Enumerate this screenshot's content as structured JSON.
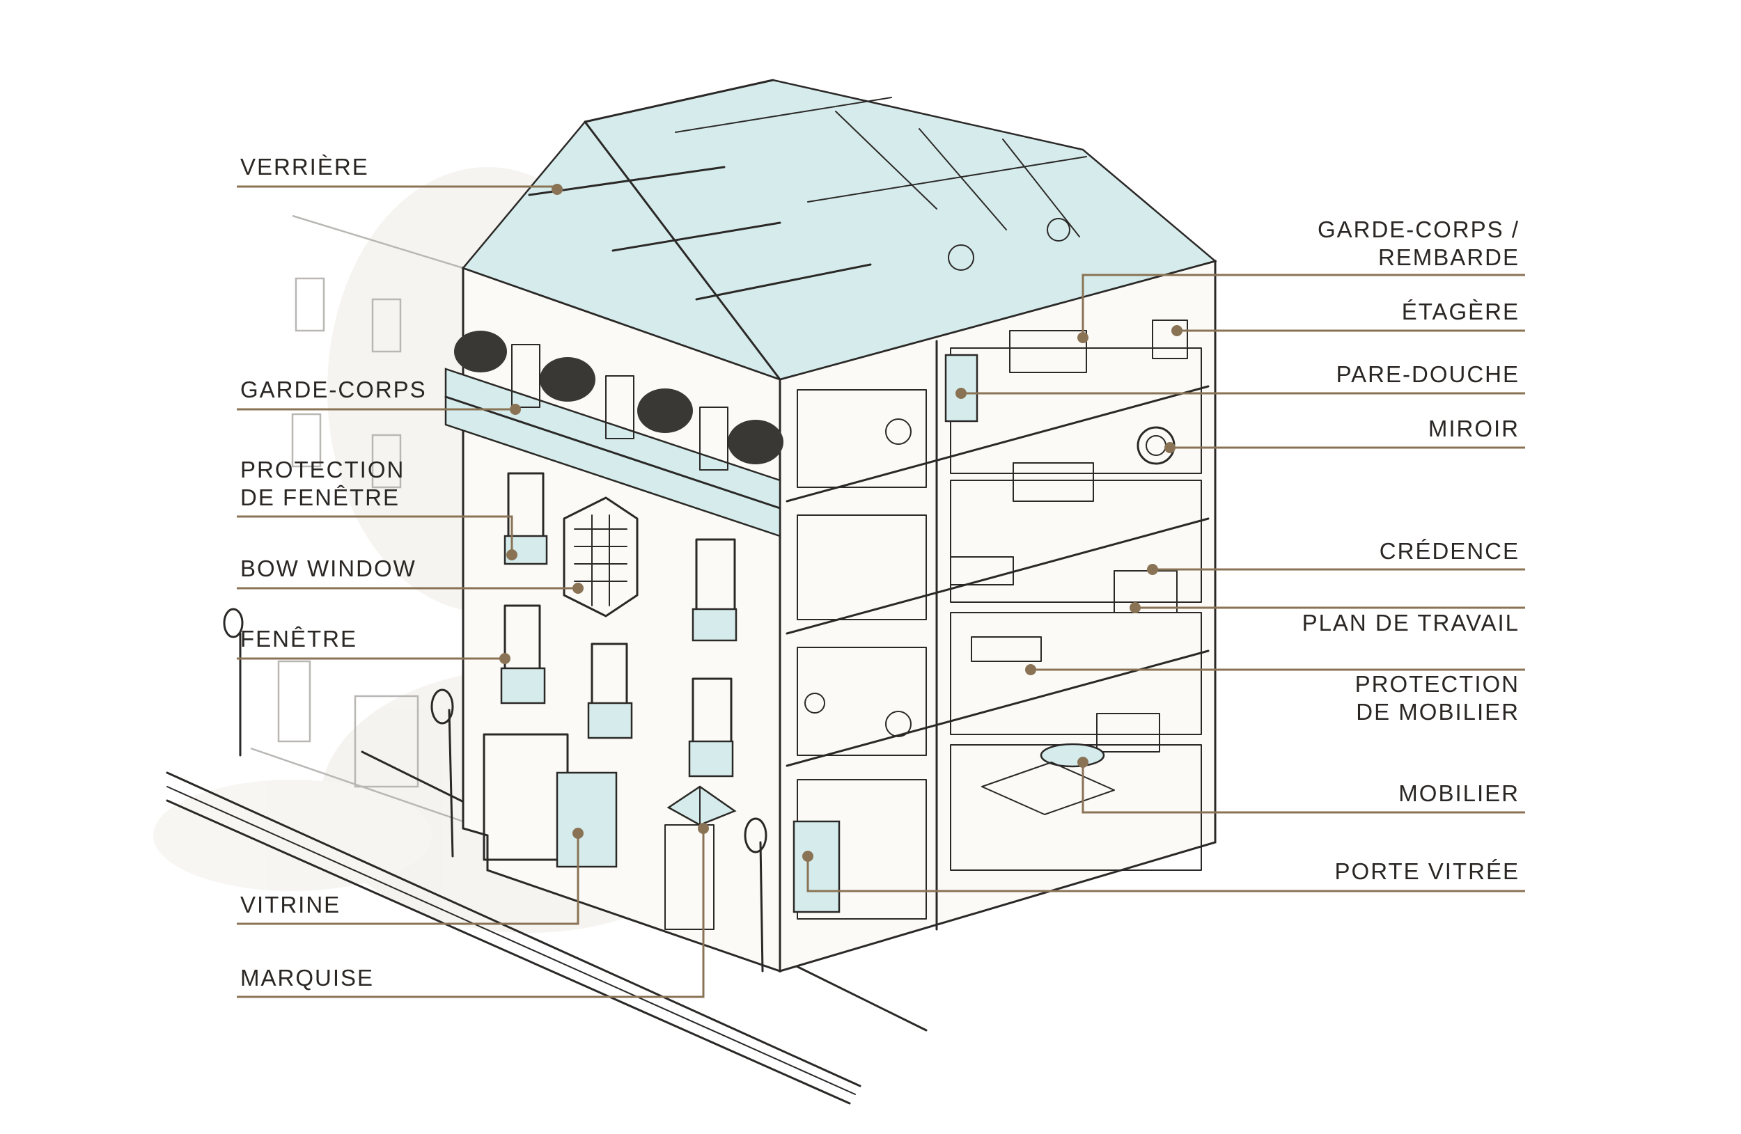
{
  "colors": {
    "leader": "#8a7355",
    "ink": "#2b2927",
    "glass": "#d6ecec",
    "wash": "#eeebe4"
  },
  "labels": {
    "verriere": [
      "VERRIÈRE"
    ],
    "garde_corps": [
      "GARDE-CORPS"
    ],
    "protection_fenetre": [
      "PROTECTION",
      "DE FENÊTRE"
    ],
    "bow_window": [
      "BOW WINDOW"
    ],
    "fenetre": [
      "FENÊTRE"
    ],
    "vitrine": [
      "VITRINE"
    ],
    "marquise": [
      "MARQUISE"
    ],
    "garde_corps_rembarde": [
      "GARDE-CORPS /",
      "REMBARDE"
    ],
    "etagere": [
      "ÉTAGÈRE"
    ],
    "pare_douche": [
      "PARE-DOUCHE"
    ],
    "miroir": [
      "MIROIR"
    ],
    "credence": [
      "CRÉDENCE"
    ],
    "plan_de_travail": [
      "PLAN DE TRAVAIL"
    ],
    "protection_mobilier": [
      "PROTECTION",
      "DE MOBILIER"
    ],
    "mobilier": [
      "MOBILIER"
    ],
    "porte_vitree": [
      "PORTE VITRÉE"
    ]
  }
}
